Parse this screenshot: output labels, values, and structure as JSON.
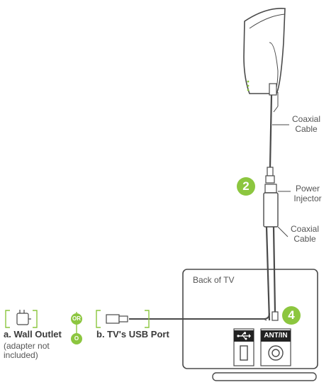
{
  "labels": {
    "coaxial_cable_top_1": "Coaxial",
    "coaxial_cable_top_2": "Cable",
    "power_injector_1": "Power",
    "power_injector_2": "Injector",
    "coaxial_cable_bottom_1": "Coaxial",
    "coaxial_cable_bottom_2": "Cable",
    "back_of_tv": "Back of TV",
    "ant_in": "ANT/IN",
    "wall_outlet": "a. Wall Outlet",
    "adapter_note_1": "(adapter not",
    "adapter_note_2": "included)",
    "tv_usb_port": "b. TV's USB Port",
    "or": "OR",
    "or_dot_2": "O"
  },
  "steps": {
    "step_2": "2",
    "step_4": "4"
  },
  "colors": {
    "accent": "#8cc63f",
    "line": "#4a4a4a",
    "port_label_bg": "#222222"
  },
  "icons": [
    "antenna-icon",
    "power-injector-icon",
    "usb-icon",
    "wall-plug-icon",
    "usb-plug-icon",
    "coax-port-icon",
    "usb-port-icon"
  ]
}
